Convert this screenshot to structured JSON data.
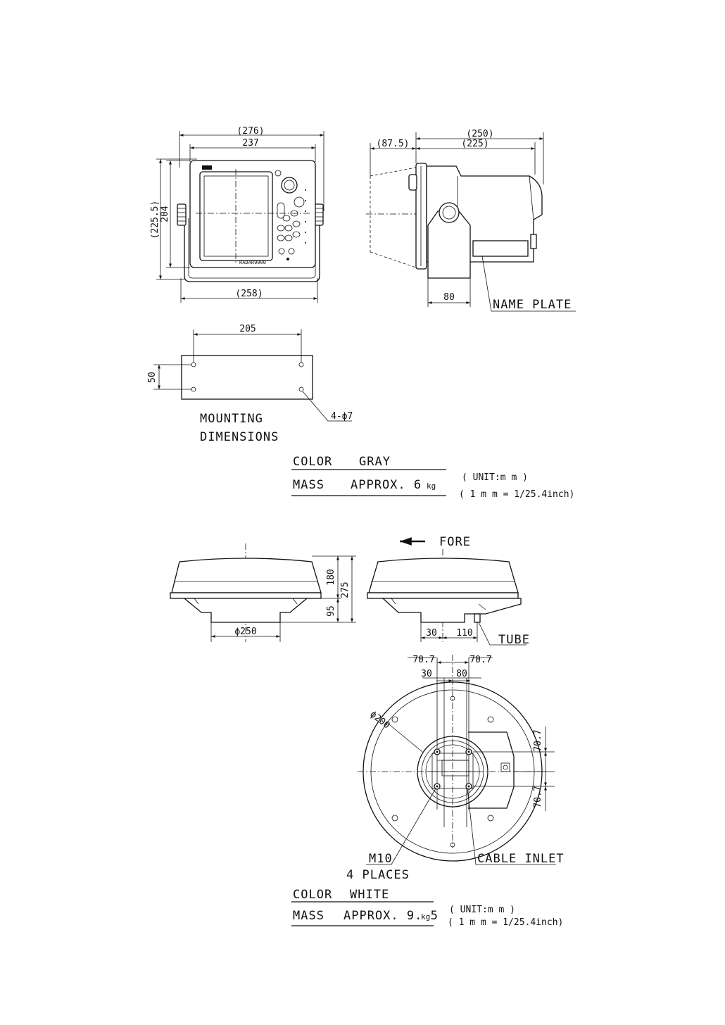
{
  "display_unit": {
    "front": {
      "width_overall": "(276)",
      "width_body": "237",
      "height_overall": "(225.5)",
      "height_body": "204",
      "bracket_width": "(258)",
      "model_label": "RADAR9000"
    },
    "side": {
      "depth_front": "(87.5)",
      "depth_overall": "(250)",
      "depth_body": "(225)",
      "bracket_depth": "80",
      "name_plate_label": "NAME PLATE"
    },
    "mounting": {
      "hole_spacing_x": "205",
      "hole_spacing_y": "50",
      "hole_callout": "4-ϕ7",
      "title_line1": "MOUNTING",
      "title_line2": "DIMENSIONS"
    },
    "spec": {
      "color_key": "COLOR",
      "color_value": "GRAY",
      "mass_key": "MASS",
      "mass_value": "APPROX. 6",
      "mass_unit": "kg",
      "unit_note": "( UNIT:m m )",
      "conversion_note": "( 1 m m = 1/25.4inch)"
    }
  },
  "antenna": {
    "fore_label": "FORE",
    "side_views": {
      "dome_height": "180",
      "total_height": "275",
      "base_height": "95",
      "base_diameter": "ϕ250",
      "tube_offset_a": "30",
      "tube_offset_b": "110",
      "tube_label": "TUBE"
    },
    "bottom_view": {
      "offset_left": "70.7",
      "offset_right": "70.7",
      "offset_30": "30",
      "offset_80": "80",
      "diameter": "ϕ200",
      "offset_vertical_top": "70.7",
      "offset_vertical_bottom": "70.7",
      "bolt_label": "M10",
      "bolt_places": "4 PLACES",
      "cable_inlet_label": "CABLE INLET"
    },
    "spec": {
      "color_key": "COLOR",
      "color_value": "WHITE",
      "mass_key": "MASS",
      "mass_value": "APPROX. 9. 5",
      "mass_unit": "kg",
      "unit_note": "( UNIT:m m )",
      "conversion_note": "( 1 m m = 1/25.4inch)"
    }
  }
}
